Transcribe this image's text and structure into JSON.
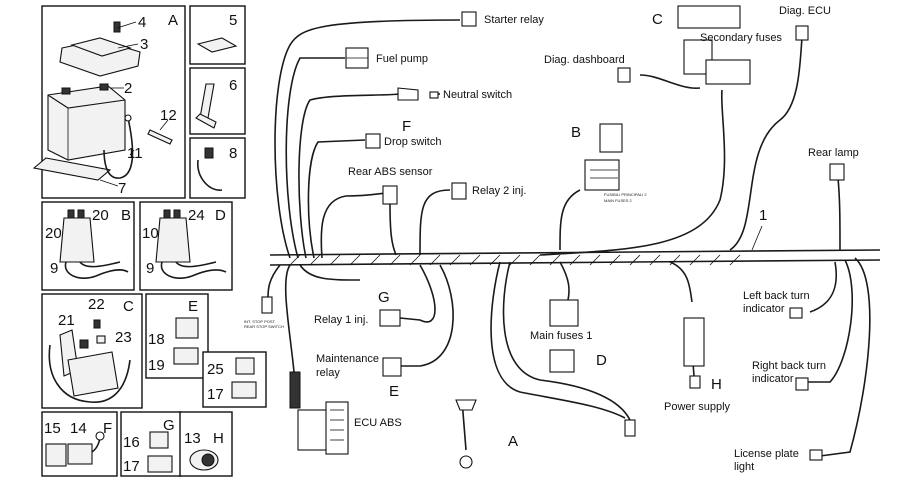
{
  "labels": {
    "starter_relay": "Starter relay",
    "fuel_pump": "Fuel pump",
    "neutral_switch": "Neutral switch",
    "drop_switch": "Drop switch",
    "rear_abs_sensor": "Rear ABS sensor",
    "relay_2_inj": "Relay 2 inj.",
    "relay_1_inj": "Relay 1 inj.",
    "maintenance_relay_1": "Maintenance",
    "maintenance_relay_2": "relay",
    "ecu_abs": "ECU ABS",
    "diag_dashboard": "Diag. dashboard",
    "diag_ecu": "Diag. ECU",
    "secondary_fuses": "Secondary fuses",
    "rear_lamp": "Rear lamp",
    "left_turn_1": "Left back turn",
    "left_turn_2": "indicator",
    "right_turn_1": "Right back turn",
    "right_turn_2": "indicator",
    "license_1": "License plate",
    "license_2": "light",
    "main_fuses_1": "Main fuses 1",
    "power_supply": "Power supply",
    "fusibili_1": "FUSIBILI PRINCIPALI 2",
    "fusibili_2": "MAIN FUSES 2",
    "int_stop_1": "INT. STOP POST.",
    "int_stop_2": "REAR STOP SWITCH"
  },
  "letters": {
    "A_panel": "A",
    "B_panel": "B",
    "C_panel": "C",
    "D_panel": "D",
    "E_panel": "E",
    "F_panel": "F",
    "G_panel": "G",
    "H_panel": "H",
    "A_main": "A",
    "B_main": "B",
    "C_main": "C",
    "D_main": "D",
    "E_main": "E",
    "F_main": "F",
    "G_main": "G",
    "H_main": "H"
  },
  "numbers": {
    "n1": "1",
    "n2": "2",
    "n3": "3",
    "n4": "4",
    "n5": "5",
    "n6": "6",
    "n7": "7",
    "n8": "8",
    "n9a": "9",
    "n9b": "9",
    "n10": "10",
    "n11": "11",
    "n12": "12",
    "n13": "13",
    "n14": "14",
    "n15": "15",
    "n16": "16",
    "n17a": "17",
    "n17b": "17",
    "n18": "18",
    "n19": "19",
    "n20a": "20",
    "n20b": "20",
    "n21": "21",
    "n22": "22",
    "n23": "23",
    "n24": "24",
    "n25": "25"
  }
}
